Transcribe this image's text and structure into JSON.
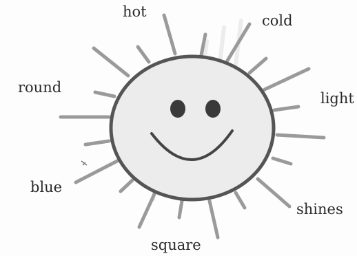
{
  "words": {
    "hot": "hot",
    "cold": "cold",
    "round": "round",
    "light": "light",
    "blue": "blue",
    "shines": "shines",
    "square": "square"
  },
  "colors": {
    "paper": "#fdfdfd",
    "ink": "#2a2a2a",
    "rays": "#9a9a9a",
    "face_fill": "#ececec",
    "outline": "#555555"
  },
  "icons": {
    "sun": "smiling-sun-icon"
  }
}
